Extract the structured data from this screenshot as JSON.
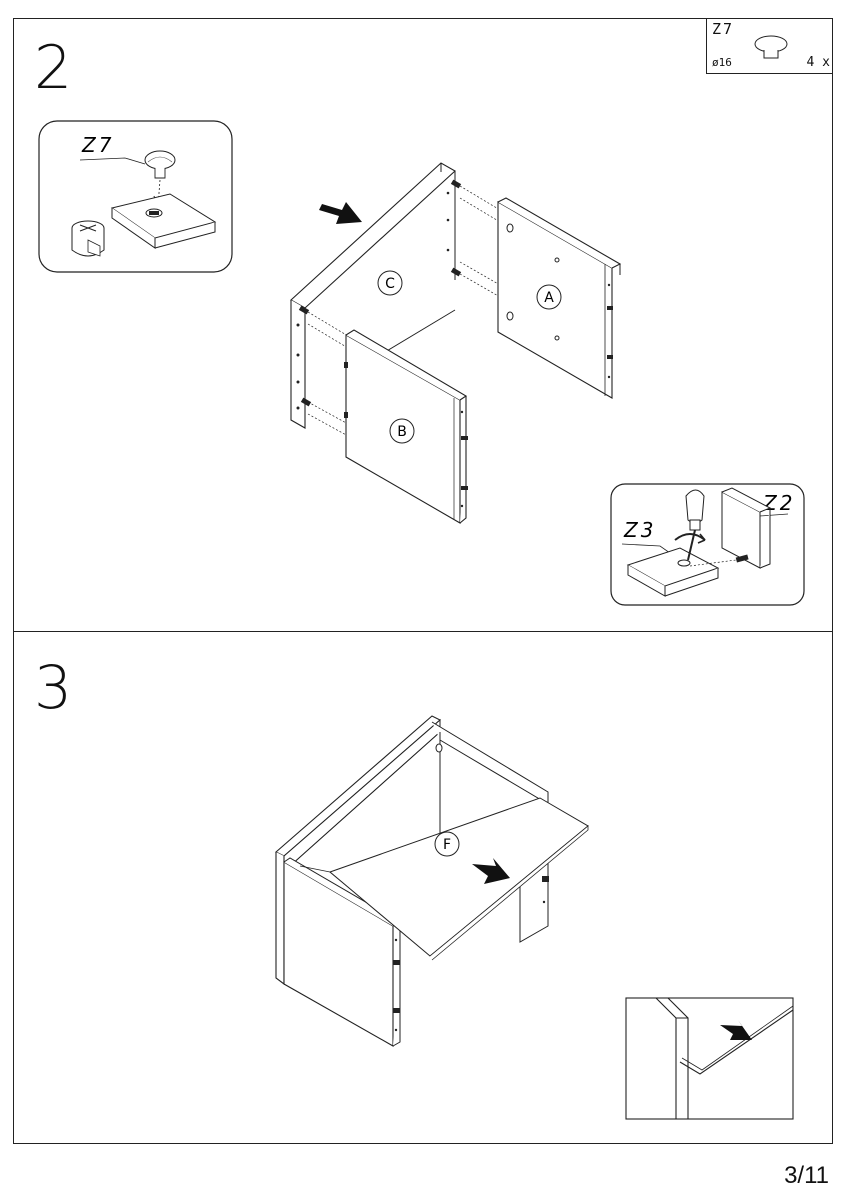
{
  "step2": {
    "number": "2"
  },
  "step3": {
    "number": "3"
  },
  "part_box": {
    "code": "Z7",
    "diameter": "ø16",
    "quantity": "4 x"
  },
  "detail_z7": {
    "label": "Z7"
  },
  "detail_screw": {
    "label_z3": "Z3",
    "label_z2": "Z2"
  },
  "panels": {
    "a": "A",
    "b": "B",
    "c": "C",
    "f": "F"
  },
  "page_number": "3/11"
}
